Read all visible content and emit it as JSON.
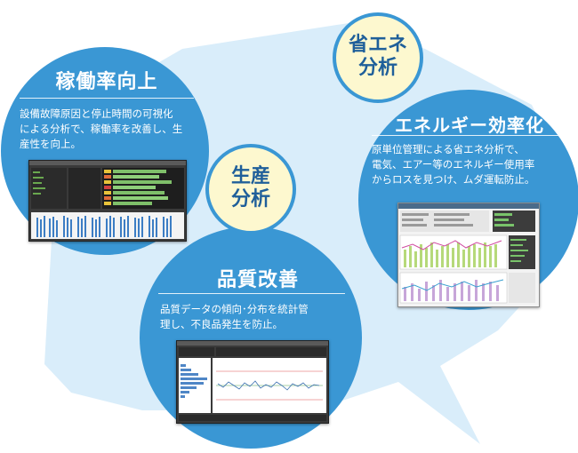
{
  "colors": {
    "circle": "#3a97d4",
    "speech": "#d9edfa",
    "badge_fill": "#fdf8cf",
    "badge_text": "#1f5f9a"
  },
  "circles": {
    "uptime": {
      "title": "稼働率向上",
      "desc": [
        "設備故障原因と停止時間の可視化",
        "による分析で、稼働率を改善し、生",
        "産性を向上。"
      ]
    },
    "energy": {
      "title": "エネルギー効率化",
      "desc": [
        "原単位管理による省エネ分析で、",
        "電気、エアー等のエネルギー使用率",
        "からロスを見つけ、ムダ運転防止。"
      ]
    },
    "quality": {
      "title": "品質改善",
      "desc": [
        "品質データの傾向･分布を統計管",
        "理し、不良品発生を防止。"
      ]
    }
  },
  "badges": {
    "energy_saving": [
      "省エネ",
      "分析"
    ],
    "production": [
      "生産",
      "分析"
    ]
  }
}
